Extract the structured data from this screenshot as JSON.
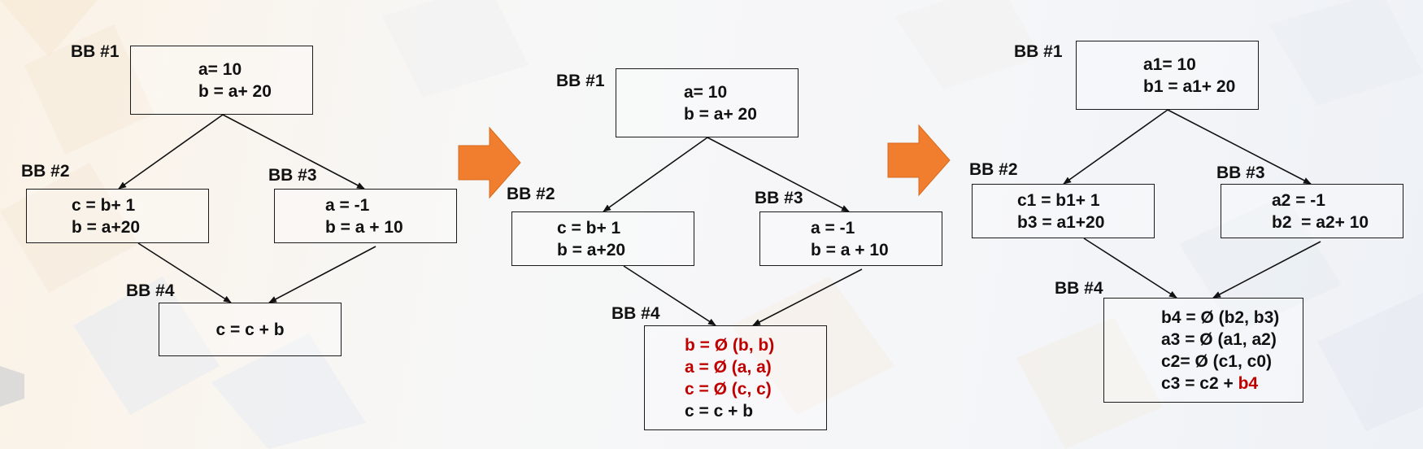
{
  "diagrams": [
    {
      "blocks": [
        {
          "label": "BB #1",
          "lines": [
            {
              "text": "a= 10"
            },
            {
              "text": "b = a+ 20"
            }
          ]
        },
        {
          "label": "BB #2",
          "lines": [
            {
              "text": "c = b+ 1"
            },
            {
              "text": "b = a+20"
            }
          ]
        },
        {
          "label": "BB #3",
          "lines": [
            {
              "text": "a = -1"
            },
            {
              "text": "b = a + 10"
            }
          ]
        },
        {
          "label": "BB #4",
          "lines": [
            {
              "text": "c = c + b"
            }
          ]
        }
      ]
    },
    {
      "blocks": [
        {
          "label": "BB #1",
          "lines": [
            {
              "text": "a= 10"
            },
            {
              "text": "b = a+ 20"
            }
          ]
        },
        {
          "label": "BB #2",
          "lines": [
            {
              "text": "c = b+ 1"
            },
            {
              "text": "b = a+20"
            }
          ]
        },
        {
          "label": "BB #3",
          "lines": [
            {
              "text": "a = -1"
            },
            {
              "text": "b = a + 10"
            }
          ]
        },
        {
          "label": "BB #4",
          "lines": [
            {
              "text": "b = Ø (b, b)",
              "highlight": true
            },
            {
              "text": "a = Ø (a, a)",
              "highlight": true
            },
            {
              "text": "c = Ø (c, c)",
              "highlight": true
            },
            {
              "text": "c = c + b"
            }
          ]
        }
      ]
    },
    {
      "blocks": [
        {
          "label": "BB #1",
          "lines": [
            {
              "text": "a1= 10"
            },
            {
              "text": "b1 = a1+ 20"
            }
          ]
        },
        {
          "label": "BB #2",
          "lines": [
            {
              "text": "c1 = b1+ 1"
            },
            {
              "text": "b3 = a1+20"
            }
          ]
        },
        {
          "label": "BB #3",
          "lines": [
            {
              "text": "a2 = -1"
            },
            {
              "text": "b2  = a2+ 10"
            }
          ]
        },
        {
          "label": "BB #4",
          "lines": [
            {
              "text": "b4 = Ø (b2, b3)"
            },
            {
              "text": "a3 = Ø (a1, a2)"
            },
            {
              "text": "c2= Ø (c1, c0)"
            },
            {
              "text": "c3 = c2 + ",
              "suffix": "b4"
            }
          ]
        }
      ]
    }
  ],
  "colors": {
    "highlight": "#c00000",
    "transition_arrow": "#f07e2e",
    "edge": "#111111"
  }
}
